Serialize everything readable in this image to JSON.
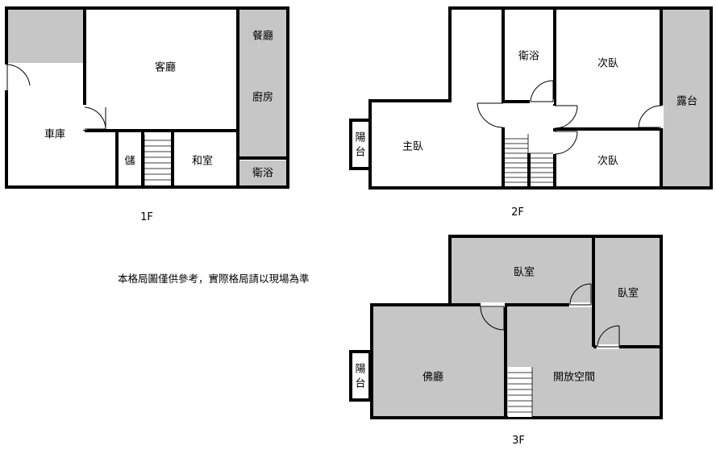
{
  "floor_labels": {
    "f1": "1F",
    "f2": "2F",
    "f3": "3F"
  },
  "disclaimer": "本格局圖僅供參考，實際格局請以現場為準",
  "rooms_1f": {
    "garage": "車庫",
    "living": "客廳",
    "dining": "餐廳",
    "kitchen": "廚房",
    "storage": "儲",
    "tatami": "和室",
    "bath": "衛浴"
  },
  "rooms_2f": {
    "bath": "衛浴",
    "second_bedroom_top": "次臥",
    "terrace": "露台",
    "balcony_1": "陽",
    "balcony_2": "台",
    "master": "主臥",
    "second_bedroom_bottom": "次臥"
  },
  "rooms_3f": {
    "bedroom_left": "臥室",
    "bedroom_right": "臥室",
    "balcony_1": "陽",
    "balcony_2": "台",
    "buddha_hall": "佛廳",
    "open_space": "開放空間"
  },
  "colors": {
    "room_fill": "#c6c6c6",
    "wall": "#000000",
    "background": "#ffffff"
  }
}
